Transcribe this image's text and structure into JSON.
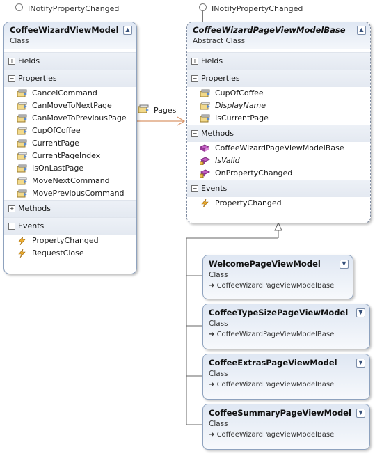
{
  "interfaces": {
    "left": "INotifyPropertyChanged",
    "right": "INotifyPropertyChanged"
  },
  "wizard": {
    "title": "CoffeeWizardViewModel",
    "kind": "Class",
    "sections": {
      "fields": "Fields",
      "properties": "Properties",
      "methods": "Methods",
      "events": "Events"
    },
    "properties": [
      "CancelCommand",
      "CanMoveToNextPage",
      "CanMoveToPreviousPage",
      "CupOfCoffee",
      "CurrentPage",
      "CurrentPageIndex",
      "IsOnLastPage",
      "MoveNextCommand",
      "MovePreviousCommand"
    ],
    "events": [
      "PropertyChanged",
      "RequestClose"
    ]
  },
  "association": {
    "label": "Pages"
  },
  "base": {
    "title": "CoffeeWizardPageViewModelBase",
    "kind": "Abstract Class",
    "sections": {
      "fields": "Fields",
      "properties": "Properties",
      "methods": "Methods",
      "events": "Events"
    },
    "properties": [
      "CupOfCoffee",
      "DisplayName",
      "IsCurrentPage"
    ],
    "methods": [
      "CoffeeWizardPageViewModelBase",
      "IsValid",
      "OnPropertyChanged"
    ],
    "events": [
      "PropertyChanged"
    ]
  },
  "derived": [
    {
      "title": "WelcomePageViewModel",
      "kind": "Class",
      "base": "CoffeeWizardPageViewModelBase"
    },
    {
      "title": "CoffeeTypeSizePageViewModel",
      "kind": "Class",
      "base": "CoffeeWizardPageViewModelBase"
    },
    {
      "title": "CoffeeExtrasPageViewModel",
      "kind": "Class",
      "base": "CoffeeWizardPageViewModelBase"
    },
    {
      "title": "CoffeeSummaryPageViewModel",
      "kind": "Class",
      "base": "CoffeeWizardPageViewModelBase"
    }
  ],
  "colors": {
    "association": "#d9966a",
    "border": "#8ea2be",
    "header": "#dfe7f3"
  }
}
